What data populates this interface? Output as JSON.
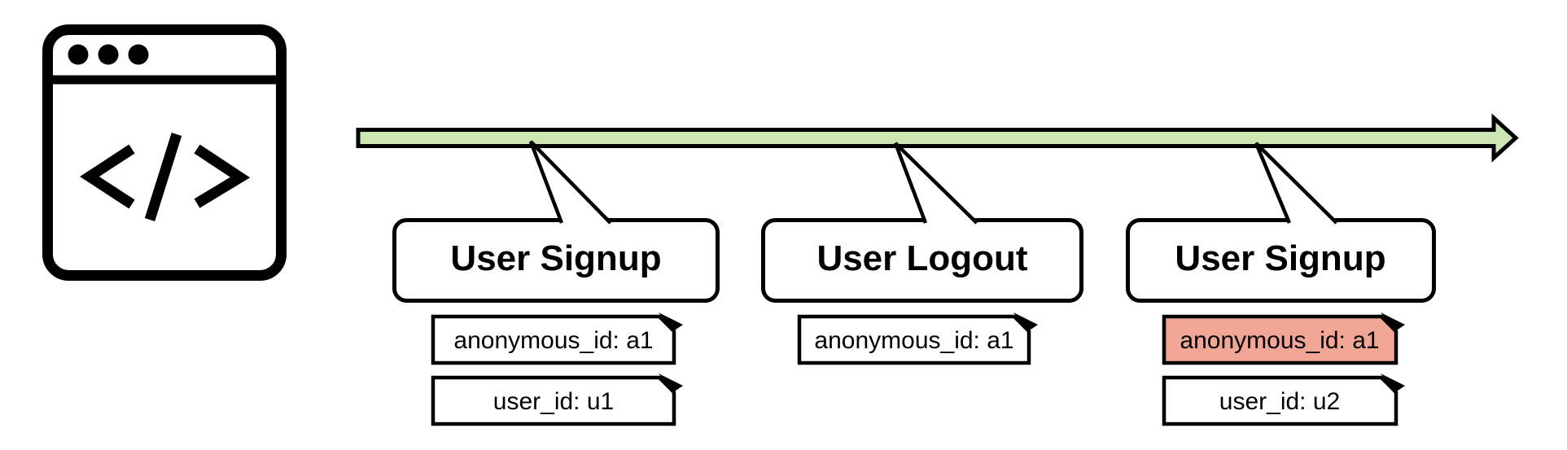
{
  "diagram": {
    "icon": {
      "name": "browser-code-window"
    },
    "timeline": {
      "fill": "#cde5b2",
      "stroke": "#000000"
    },
    "highlight_color": "#f2a796",
    "events": [
      {
        "title": "User Signup",
        "tags": [
          {
            "label": "anonymous_id: a1",
            "highlight": false
          },
          {
            "label": "user_id: u1",
            "highlight": false
          }
        ]
      },
      {
        "title": "User Logout",
        "tags": [
          {
            "label": "anonymous_id: a1",
            "highlight": false
          }
        ]
      },
      {
        "title": "User Signup",
        "tags": [
          {
            "label": "anonymous_id: a1",
            "highlight": true
          },
          {
            "label": "user_id: u2",
            "highlight": false
          }
        ]
      }
    ]
  }
}
